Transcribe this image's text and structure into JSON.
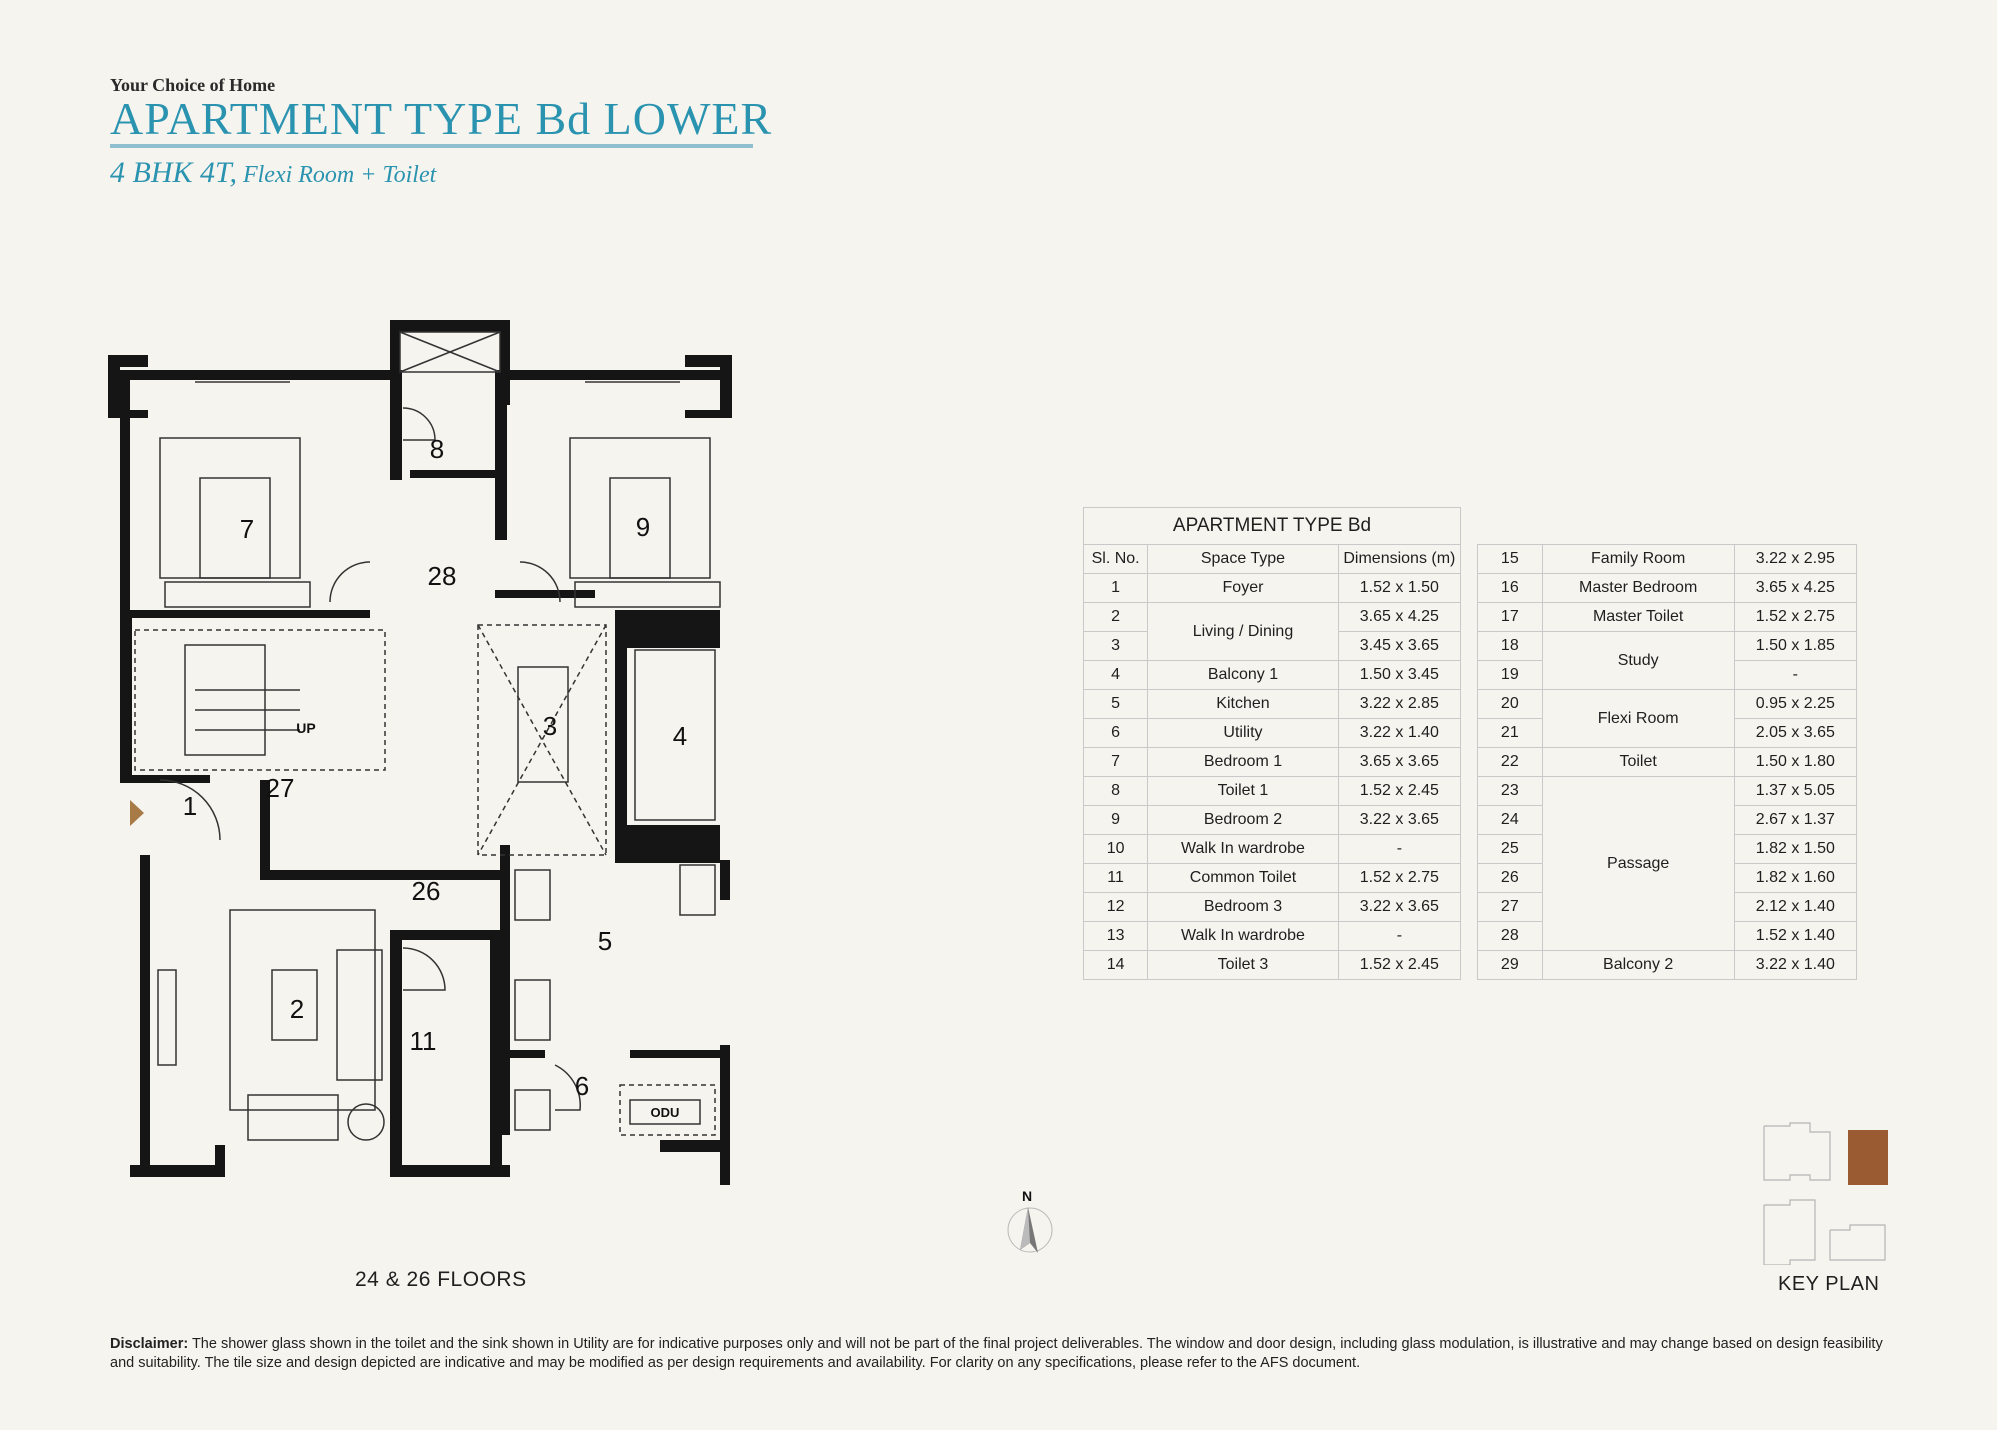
{
  "header": {
    "tagline": "Your Choice of Home",
    "title": "APARTMENT TYPE Bd LOWER",
    "config": "4 BHK 4T,",
    "extras": " Flexi Room + Toilet",
    "accent_color": "#2a93b0"
  },
  "plan": {
    "room_labels": [
      "7",
      "8",
      "9",
      "28",
      "3",
      "4",
      "UP",
      "27",
      "1",
      "26",
      "2",
      "5",
      "11",
      "6",
      "ODU"
    ],
    "floors_label": "24 & 26 FLOORS"
  },
  "table_left": {
    "caption": "APARTMENT TYPE Bd",
    "headers": [
      "Sl. No.",
      "Space Type",
      "Dimensions (m)"
    ],
    "rows": [
      {
        "no": "1",
        "space": "Foyer",
        "dim": "1.52 x 1.50"
      },
      {
        "no": "2",
        "space": "Living / Dining",
        "dim": "3.65 x 4.25"
      },
      {
        "no": "3",
        "space": "",
        "dim": "3.45 x 3.65"
      },
      {
        "no": "4",
        "space": "Balcony 1",
        "dim": "1.50 x 3.45"
      },
      {
        "no": "5",
        "space": "Kitchen",
        "dim": "3.22 x 2.85"
      },
      {
        "no": "6",
        "space": "Utility",
        "dim": "3.22 x 1.40"
      },
      {
        "no": "7",
        "space": "Bedroom 1",
        "dim": "3.65 x 3.65"
      },
      {
        "no": "8",
        "space": "Toilet 1",
        "dim": "1.52 x 2.45"
      },
      {
        "no": "9",
        "space": "Bedroom 2",
        "dim": "3.22 x 3.65"
      },
      {
        "no": "10",
        "space": "Walk In wardrobe",
        "dim": "-"
      },
      {
        "no": "11",
        "space": "Common Toilet",
        "dim": "1.52 x 2.75"
      },
      {
        "no": "12",
        "space": "Bedroom 3",
        "dim": "3.22 x 3.65"
      },
      {
        "no": "13",
        "space": "Walk In wardrobe",
        "dim": "-"
      },
      {
        "no": "14",
        "space": "Toilet 3",
        "dim": "1.52 x 2.45"
      }
    ]
  },
  "table_right": {
    "rows": [
      {
        "no": "15",
        "space": "Family Room",
        "dim": "3.22 x 2.95"
      },
      {
        "no": "16",
        "space": "Master Bedroom",
        "dim": "3.65 x 4.25"
      },
      {
        "no": "17",
        "space": "Master Toilet",
        "dim": "1.52 x 2.75"
      },
      {
        "no": "18",
        "space": "Study",
        "dim": "1.50 x 1.85"
      },
      {
        "no": "19",
        "space": "",
        "dim": "-"
      },
      {
        "no": "20",
        "space": "Flexi Room",
        "dim": "0.95 x 2.25"
      },
      {
        "no": "21",
        "space": "",
        "dim": "2.05 x 3.65"
      },
      {
        "no": "22",
        "space": "Toilet",
        "dim": "1.50 x 1.80"
      },
      {
        "no": "23",
        "space": "Passage",
        "dim": "1.37 x 5.05"
      },
      {
        "no": "24",
        "space": "",
        "dim": "2.67 x 1.37"
      },
      {
        "no": "25",
        "space": "",
        "dim": "1.82 x 1.50"
      },
      {
        "no": "26",
        "space": "",
        "dim": "1.82 x 1.60"
      },
      {
        "no": "27",
        "space": "",
        "dim": "2.12 x 1.40"
      },
      {
        "no": "28",
        "space": "",
        "dim": "1.52 x 1.40"
      },
      {
        "no": "29",
        "space": "Balcony 2",
        "dim": "3.22 x 1.40"
      }
    ]
  },
  "compass": {
    "label": "N"
  },
  "key_plan": {
    "label": "KEY PLAN",
    "highlight_color": "#9a5a32"
  },
  "disclaimer": {
    "label": "Disclaimer:",
    "text": " The shower glass shown in the toilet and the sink shown in Utility are for indicative purposes only and will not be part of the final project deliverables. The window and door design, including glass modulation, is illustrative and may change based on design feasibility and suitability. The tile size and design depicted are indicative and may be modified as per design requirements and availability. For clarity on any specifications, please refer to the AFS document."
  }
}
